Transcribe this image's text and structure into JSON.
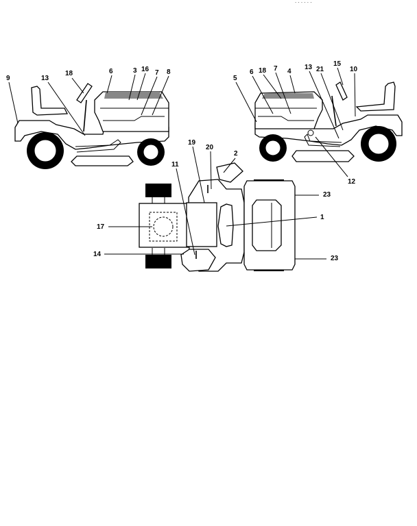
{
  "header_fragment": ". . . . . .",
  "callouts": {
    "c1": "1",
    "c2": "2",
    "c3": "3",
    "c4": "4",
    "c5": "5",
    "c6_left": "6",
    "c6_right": "6",
    "c7_left": "7",
    "c7_right": "7",
    "c8_left": "8",
    "c9": "9",
    "c10": "10",
    "c11": "11",
    "c12": "12",
    "c13_left": "13",
    "c13_right": "13",
    "c14": "14",
    "c15": "15",
    "c16": "16",
    "c18_left": "18",
    "c18_right": "18",
    "c17": "17",
    "c19": "19",
    "c20": "20",
    "c21": "21",
    "c23_top": "23",
    "c23_bottom": "23"
  }
}
